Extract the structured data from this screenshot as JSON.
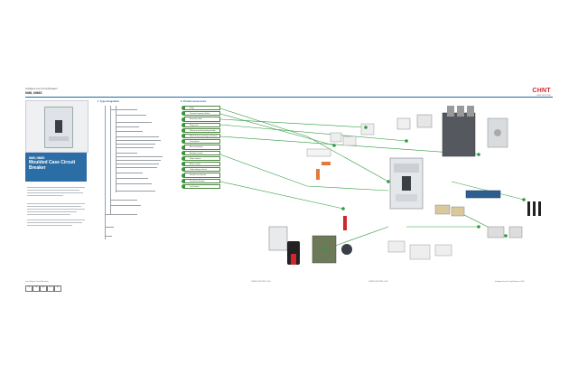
{
  "header": {
    "category": "Intelligent Low Circuit Breakers",
    "model": "NM8, NM8S",
    "logo": "CHNT",
    "logo_sub": "CHINT ELECTRIC"
  },
  "product": {
    "code": "NM8, NM8S",
    "name": "Moulded Case Circuit Breaker"
  },
  "sections": {
    "type_designation": "1. Type designation",
    "product_accessories": "2. Product accessories"
  },
  "accessories": [
    "Body",
    "Terminal capacity shields",
    "Extension plate",
    "Plug-in kits",
    "Rotary manual operating handle",
    "Motor driven operating mechanism",
    "Front plates",
    "Back connected",
    "Auxiliary contact",
    "Shunt release",
    "Alarm contact",
    "Undervoltage release",
    "Interlock mechanism",
    "Interphase barriers",
    "Lock device"
  ],
  "certifications": [
    "CE",
    "CB",
    "ISO",
    "CCC",
    "UL"
  ],
  "footer": {
    "left": "Low Voltage Circuit Breakers",
    "mid1": "CHINT ELECTRIC | 001",
    "mid2": "CHINT ELECTRIC | 002",
    "right": "Intelligent Low Circuit Breakers | 003"
  },
  "colors": {
    "accent": "#1c6aa8",
    "brand": "#d3262c",
    "green": "#2f9a3f"
  }
}
